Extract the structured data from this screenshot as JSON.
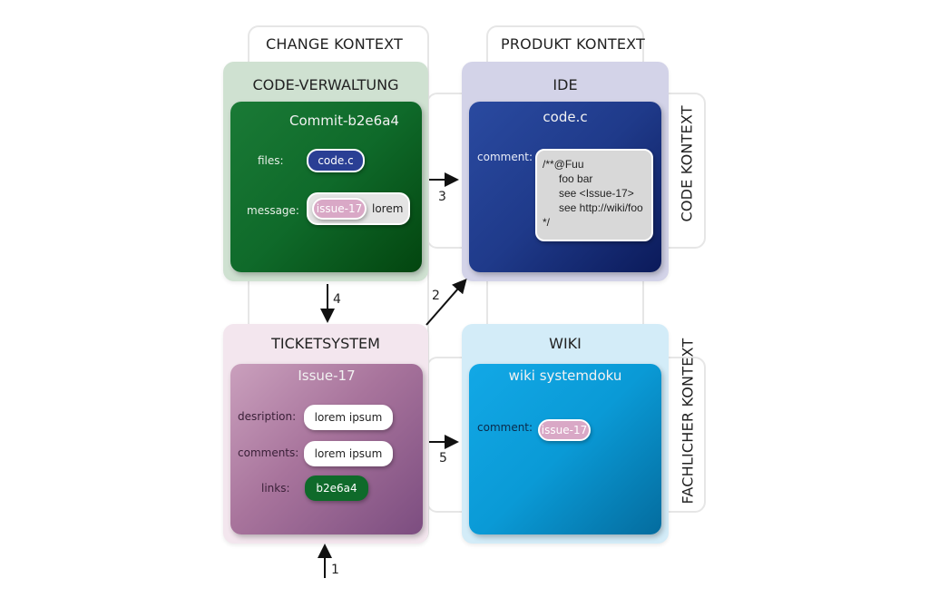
{
  "contexts": {
    "change": "CHANGE KONTEXT",
    "produkt": "PRODUKT KONTEXT",
    "code": "CODE KONTEXT",
    "fachlich": "FACHLICHER KONTEXT"
  },
  "systems": {
    "code_verwaltung": {
      "title": "CODE-VERWALTUNG",
      "color": "#cfe1d1",
      "artifact": {
        "title": "Commit-b2e6a4",
        "color": "#0f6a2a",
        "files_label": "files:",
        "files_value": "code.c",
        "message_label": "message:",
        "message_tag": "issue-17",
        "message_text": "lorem"
      }
    },
    "ide": {
      "title": "IDE",
      "color": "#d3d3e8",
      "artifact": {
        "title": "code.c",
        "color": "#1f3a8a",
        "comment_label": "comment:",
        "comment_lines": [
          "/**@Fuu",
          "foo bar",
          "see <Issue-17>",
          "see http://wiki/foo",
          "*/"
        ]
      }
    },
    "ticketsystem": {
      "title": "TICKETSYSTEM",
      "color": "#f3e6ee",
      "artifact": {
        "title": "Issue-17",
        "color": "#a8749c",
        "description_label": "desription:",
        "description_value": "lorem ipsum",
        "comments_label": "comments:",
        "comments_value": "lorem ipsum",
        "links_label": "links:",
        "links_value": "b2e6a4"
      }
    },
    "wiki": {
      "title": "WIKI",
      "color": "#d3ecf8",
      "artifact": {
        "title": "wiki systemdoku",
        "color": "#0a9ad6",
        "comment_label": "comment:",
        "comment_tag": "issue-17"
      }
    }
  },
  "arrows": {
    "a1": "1",
    "a2": "2",
    "a3": "3",
    "a4": "4",
    "a5": "5"
  }
}
